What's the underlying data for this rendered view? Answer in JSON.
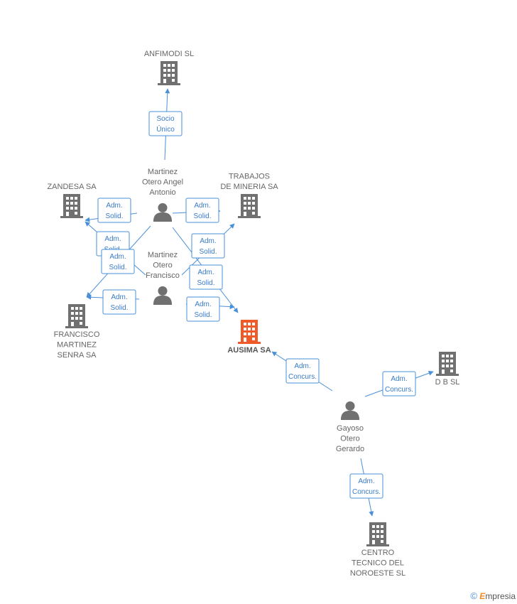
{
  "colors": {
    "accent": "#4a90d9",
    "company": "#707070",
    "focus": "#f05a28",
    "person": "#707070"
  },
  "nodes": [
    {
      "id": "anfimodi",
      "type": "company",
      "lines": [
        "ANFIMODI SL"
      ]
    },
    {
      "id": "zandesa",
      "type": "company",
      "lines": [
        "ZANDESA SA"
      ]
    },
    {
      "id": "trabajos",
      "type": "company",
      "lines": [
        "TRABAJOS",
        "DE MINERIA SA"
      ]
    },
    {
      "id": "francisco_sa",
      "type": "company",
      "lines": [
        "FRANCISCO",
        "MARTINEZ",
        "SENRA SA"
      ]
    },
    {
      "id": "ausima",
      "type": "focus",
      "lines": [
        "AUSIMA SA"
      ]
    },
    {
      "id": "dbsl",
      "type": "company",
      "lines": [
        "D B SL"
      ]
    },
    {
      "id": "centro",
      "type": "company",
      "lines": [
        "CENTRO",
        "TECNICO DEL",
        "NOROESTE SL"
      ]
    },
    {
      "id": "angel",
      "type": "person",
      "lines": [
        "Martinez",
        "Otero Angel",
        "Antonio"
      ]
    },
    {
      "id": "franciscop",
      "type": "person",
      "lines": [
        "Martinez",
        "Otero",
        "Francisco"
      ]
    },
    {
      "id": "gayoso",
      "type": "person",
      "lines": [
        "Gayoso",
        "Otero",
        "Gerardo"
      ]
    }
  ],
  "edges": [
    {
      "id": "e1",
      "from": "angel",
      "to": "anfimodi",
      "lines": [
        "Socio",
        "Único"
      ]
    },
    {
      "id": "e2",
      "from": "angel",
      "to": "zandesa",
      "lines": [
        "Adm.",
        "Solid."
      ]
    },
    {
      "id": "e3",
      "from": "angel",
      "to": "trabajos",
      "lines": [
        "Adm.",
        "Solid."
      ]
    },
    {
      "id": "e4",
      "from": "angel",
      "to": "francisco_sa",
      "lines": [
        "Adm.",
        "Solid."
      ]
    },
    {
      "id": "e5",
      "from": "angel",
      "to": "ausima",
      "lines": [
        "Adm.",
        "Solid."
      ]
    },
    {
      "id": "e6",
      "from": "franciscop",
      "to": "zandesa",
      "lines": [
        "Adm.",
        "Solid."
      ]
    },
    {
      "id": "e7",
      "from": "franciscop",
      "to": "trabajos",
      "lines": [
        "Adm.",
        "Solid."
      ]
    },
    {
      "id": "e8",
      "from": "franciscop",
      "to": "francisco_sa",
      "lines": [
        "Adm.",
        "Solid."
      ]
    },
    {
      "id": "e9",
      "from": "franciscop",
      "to": "ausima",
      "lines": [
        "Adm.",
        "Solid."
      ]
    },
    {
      "id": "e10",
      "from": "gayoso",
      "to": "ausima",
      "lines": [
        "Adm.",
        "Concurs."
      ]
    },
    {
      "id": "e11",
      "from": "gayoso",
      "to": "dbsl",
      "lines": [
        "Adm.",
        "Concurs."
      ]
    },
    {
      "id": "e12",
      "from": "gayoso",
      "to": "centro",
      "lines": [
        "Adm.",
        "Concurs."
      ]
    }
  ],
  "brand": {
    "symbol": "©",
    "first": "E",
    "rest": "mpresia"
  }
}
